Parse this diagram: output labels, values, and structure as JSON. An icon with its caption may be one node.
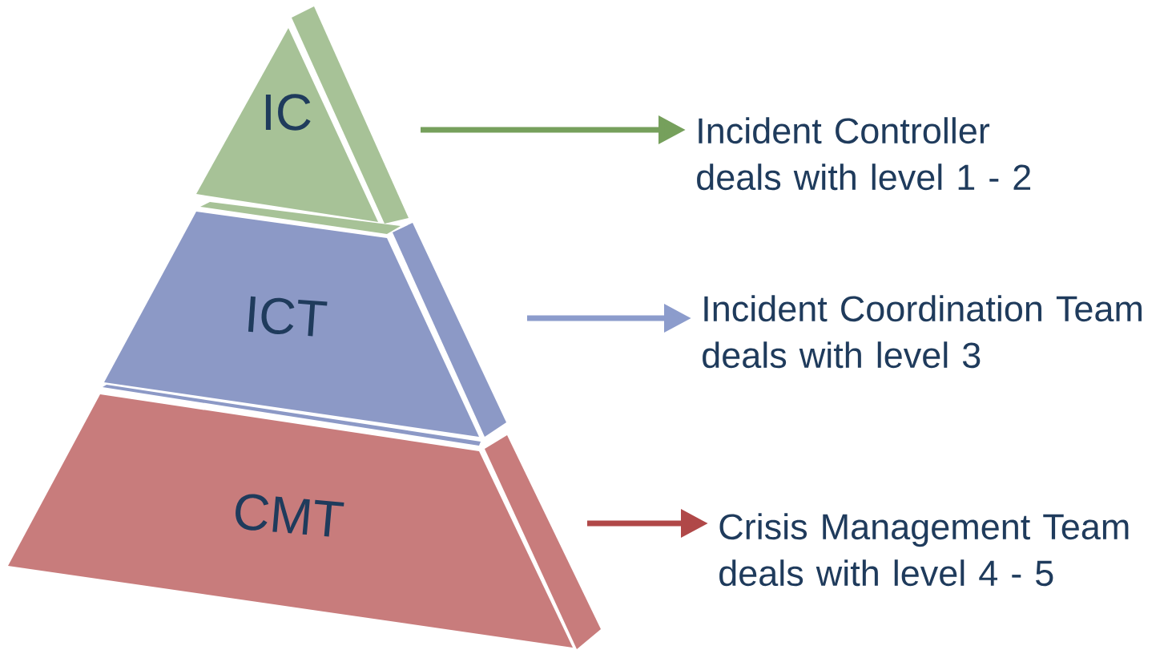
{
  "diagram": {
    "nodes": [
      {
        "text": [
          "IC"
        ]
      },
      {
        "text": [
          "ICT"
        ]
      },
      {
        "text": [
          "CMT"
        ]
      },
      {
        "text": [
          "Incident Controller deals with level 1 - 2"
        ]
      },
      {
        "text": [
          "Incident Coordination Team deals with level 3"
        ]
      },
      {
        "text": [
          "Crisis Management Team deals with level 4 - 5"
        ]
      }
    ],
    "edges": [
      {
        "from": 0,
        "to": 3,
        "arrow": "to",
        "color": "#76a05c"
      },
      {
        "from": 1,
        "to": 4,
        "arrow": "to",
        "color": "#8c9ccc"
      },
      {
        "from": 2,
        "to": 5,
        "arrow": "to",
        "color": "#b04848"
      }
    ]
  }
}
